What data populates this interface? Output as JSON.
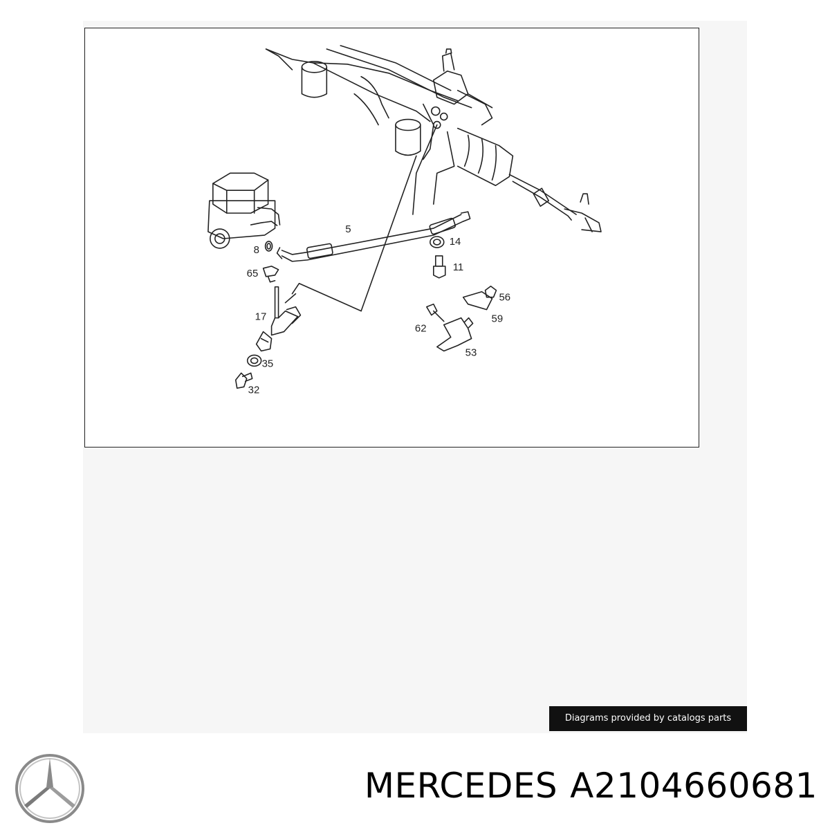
{
  "diagram": {
    "callouts": [
      "5",
      "14",
      "11",
      "8",
      "65",
      "17",
      "35",
      "32",
      "56",
      "59",
      "62",
      "53"
    ]
  },
  "credit": {
    "text": "Diagrams provided by catalogs parts"
  },
  "caption": {
    "brand": "MERCEDES",
    "part_number": "A2104660681"
  },
  "logo": {
    "icon": "mercedes-star-icon",
    "color": "#8a8a8a"
  }
}
